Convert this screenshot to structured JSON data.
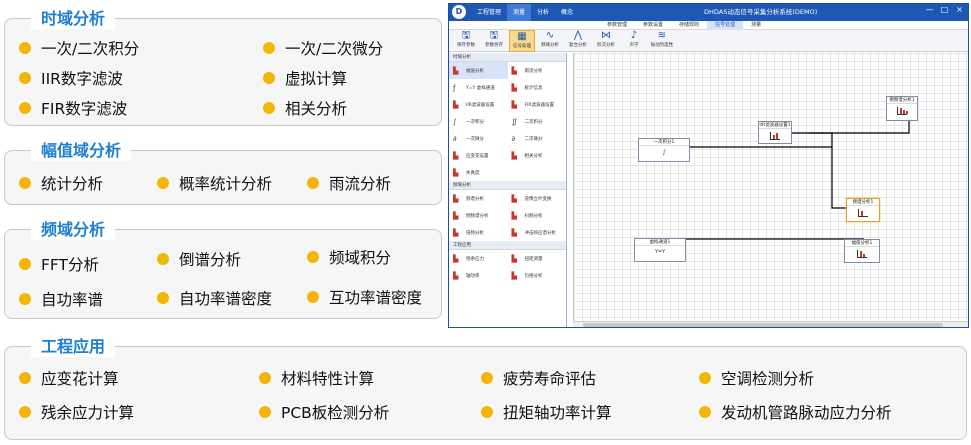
{
  "sections": {
    "time_domain": {
      "title": "时域分析",
      "items": [
        "一次/二次积分",
        "一次/二次微分",
        "IIR数字滤波",
        "虚拟计算",
        "FIR数字滤波",
        "相关分析"
      ]
    },
    "amplitude_domain": {
      "title": "幅值域分析",
      "items": [
        "统计分析",
        "概率统计分析",
        "雨流分析"
      ]
    },
    "frequency_domain": {
      "title": "频域分析",
      "items": [
        "FFT分析",
        "倒谱分析",
        "频域积分",
        "自功率谱",
        "自功率谱密度",
        "互功率谱密度"
      ]
    },
    "engineering": {
      "title": "工程应用",
      "items": [
        "应变花计算",
        "材料特性计算",
        "疲劳寿命评估",
        "空调检测分析",
        "残余应力计算",
        "PCB板检测分析",
        "扭矩轴功率计算",
        "发动机管路脉动应力分析"
      ]
    }
  },
  "window": {
    "title": "DHDAS动态信号采集分析系统(DEMO)",
    "menu": [
      "工程管理",
      "测量",
      "分析",
      "概念"
    ],
    "active_menu": 1,
    "controls": [
      "—",
      "□",
      "×"
    ],
    "sub_tabs": [
      "参数管理",
      "参数设置",
      "存储规则",
      "信号处理",
      "测量"
    ],
    "active_sub_tab": 3,
    "ribbon": [
      {
        "label": "保存参数",
        "icon": "save-icon",
        "glyph": "🖫"
      },
      {
        "label": "参数另存",
        "icon": "save-as-icon",
        "glyph": "🖫"
      },
      {
        "label": "信号处理",
        "icon": "signal-process-icon",
        "glyph": "▦"
      },
      {
        "label": "频域分析",
        "icon": "freq-icon",
        "glyph": "∿"
      },
      {
        "label": "复合分析",
        "icon": "composite-icon",
        "glyph": "⋀"
      },
      {
        "label": "阶次分析",
        "icon": "order-icon",
        "glyph": "⋈"
      },
      {
        "label": "声学",
        "icon": "ear-icon",
        "glyph": "♪"
      },
      {
        "label": "振动烈度性",
        "icon": "vibration-icon",
        "glyph": "≋"
      }
    ],
    "active_ribbon": 2,
    "tool_groups": [
      {
        "name": "时域分析",
        "tools": [
          "幅值分析",
          "雨流分析",
          "Y=Y 虚拟通道",
          "统计信息",
          "IIR滤波器设置",
          "FIR滤波器设置",
          "一次积分",
          "二次积分",
          "一次微分",
          "二次微分",
          "应变花设置",
          "相关分析",
          "失真度"
        ]
      },
      {
        "name": "频域分析",
        "tools": [
          "频谱分析",
          "逆傅立叶变换",
          "倒频谱分析",
          "扫频分析",
          "倍频分析",
          "冲击响应谱分析"
        ]
      },
      {
        "name": "工程应用",
        "tools": [
          "残余应力",
          "扭矩测量",
          "轴功率",
          "包络分析"
        ]
      }
    ],
    "nodes": {
      "integral": {
        "title": "一次积分1",
        "body": "∫"
      },
      "iir": {
        "title": "IIR滤波器设置1",
        "body": ""
      },
      "fft": {
        "title": "频谱分析1",
        "body": ""
      },
      "spectrum": {
        "title": "倒频谱分析1",
        "body": ""
      },
      "virtual": {
        "title": "虚拟通道1",
        "body": "Y=Y"
      },
      "amplitude": {
        "title": "幅值分析1",
        "body": ""
      }
    }
  }
}
